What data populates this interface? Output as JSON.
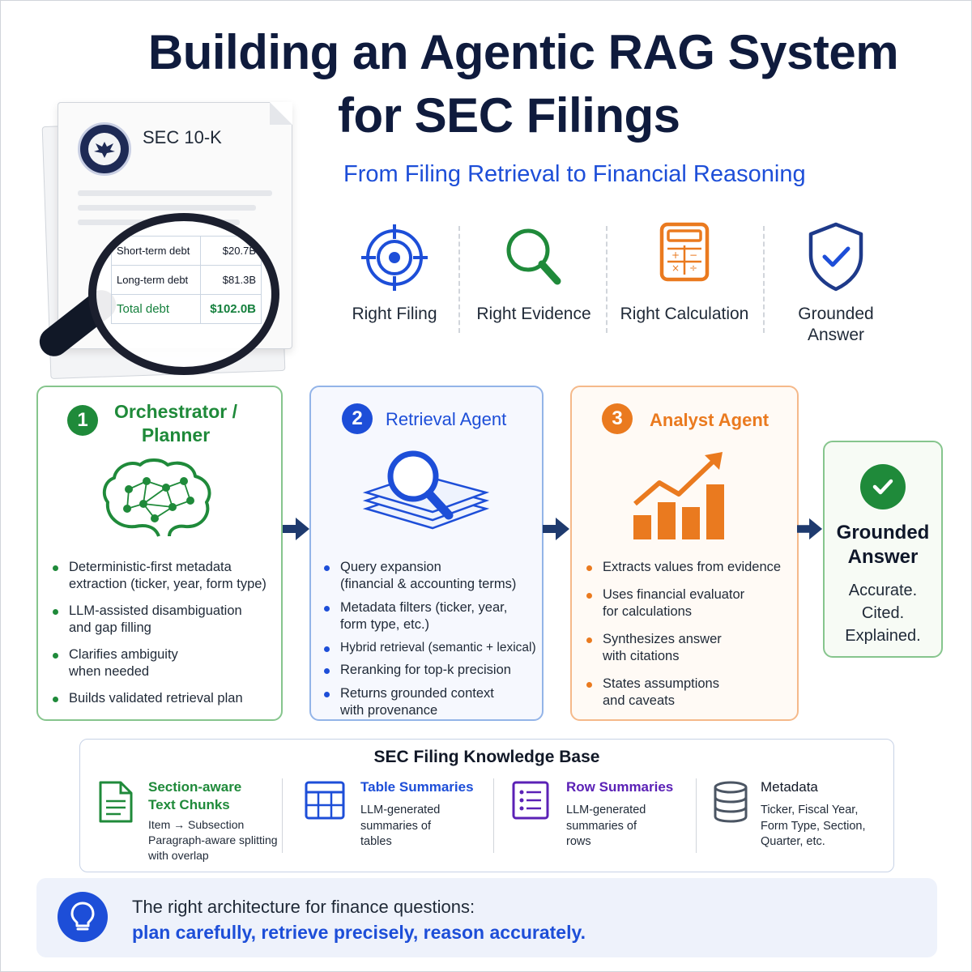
{
  "title": {
    "line1": "Building an Agentic RAG System",
    "line2": "for SEC Filings",
    "subtitle": "From Filing Retrieval to Financial Reasoning"
  },
  "document": {
    "label": "SEC 10-K",
    "rows": [
      {
        "label": "Short-term debt",
        "value": "$20.7B"
      },
      {
        "label": "Long-term debt",
        "value": "$81.3B"
      },
      {
        "label": "Total debt",
        "value": "$102.0B"
      }
    ]
  },
  "principles": [
    {
      "label": "Right Filing",
      "icon": "target-icon"
    },
    {
      "label": "Right Evidence",
      "icon": "magnifier-icon"
    },
    {
      "label": "Right Calculation",
      "icon": "calculator-icon"
    },
    {
      "label_line1": "Grounded",
      "label_line2": "Answer",
      "icon": "shield-check-icon"
    }
  ],
  "agents": [
    {
      "number": "1",
      "title_line1": "Orchestrator /",
      "title_line2": "Planner",
      "color": "#1f8a3a",
      "bullets": [
        {
          "l1": "Deterministic-first metadata",
          "l2": "extraction (ticker, year, form type)"
        },
        {
          "l1": "LLM-assisted disambiguation",
          "l2": "and gap filling"
        },
        {
          "l1": "Clarifies ambiguity",
          "l2": "when needed"
        },
        {
          "l1": "Builds validated retrieval plan",
          "l2": ""
        }
      ]
    },
    {
      "number": "2",
      "title": "Retrieval Agent",
      "color": "#1d4ed8",
      "bullets": [
        {
          "l1": "Query expansion",
          "l2": "(financial & accounting terms)"
        },
        {
          "l1": "Metadata filters (ticker, year,",
          "l2": "form type, etc.)"
        },
        {
          "l1": "Hybrid retrieval (semantic + lexical)",
          "l2": ""
        },
        {
          "l1": "Reranking for top-k precision",
          "l2": ""
        },
        {
          "l1": "Returns grounded context",
          "l2": "with provenance"
        }
      ]
    },
    {
      "number": "3",
      "title": "Analyst Agent",
      "color": "#ea7a1f",
      "bullets": [
        {
          "l1": "Extracts values from evidence",
          "l2": ""
        },
        {
          "l1": "Uses financial evaluator",
          "l2": "for calculations"
        },
        {
          "l1": "Synthesizes answer",
          "l2": "with citations"
        },
        {
          "l1": "States assumptions",
          "l2": "and caveats"
        }
      ]
    }
  ],
  "final": {
    "title_line1": "Grounded",
    "title_line2": "Answer",
    "sub1": "Accurate.",
    "sub2": "Cited.",
    "sub3": "Explained."
  },
  "knowledge_base": {
    "title": "SEC Filing Knowledge Base",
    "columns": [
      {
        "title_line1": "Section-aware",
        "title_line2": "Text Chunks",
        "d1": "Item → Subsection",
        "d2": "Paragraph-aware splitting",
        "d3": "with overlap",
        "color": "#1f8a3a"
      },
      {
        "title_line1": "Table Summaries",
        "title_line2": "",
        "d1": "LLM-generated",
        "d2": "summaries of",
        "d3": "tables",
        "color": "#1d4ed8"
      },
      {
        "title_line1": "Row Summaries",
        "title_line2": "",
        "d1": "LLM-generated",
        "d2": "summaries of",
        "d3": "rows",
        "color": "#5b21b6"
      },
      {
        "title_line1": "Metadata",
        "title_line2": "",
        "d1": "Ticker, Fiscal Year,",
        "d2": "Form Type, Section,",
        "d3": "Quarter, etc.",
        "color": "#111827"
      }
    ]
  },
  "footer": {
    "line1": "The right architecture for finance questions:",
    "line2": "plan carefully, retrieve precisely, reason accurately."
  }
}
